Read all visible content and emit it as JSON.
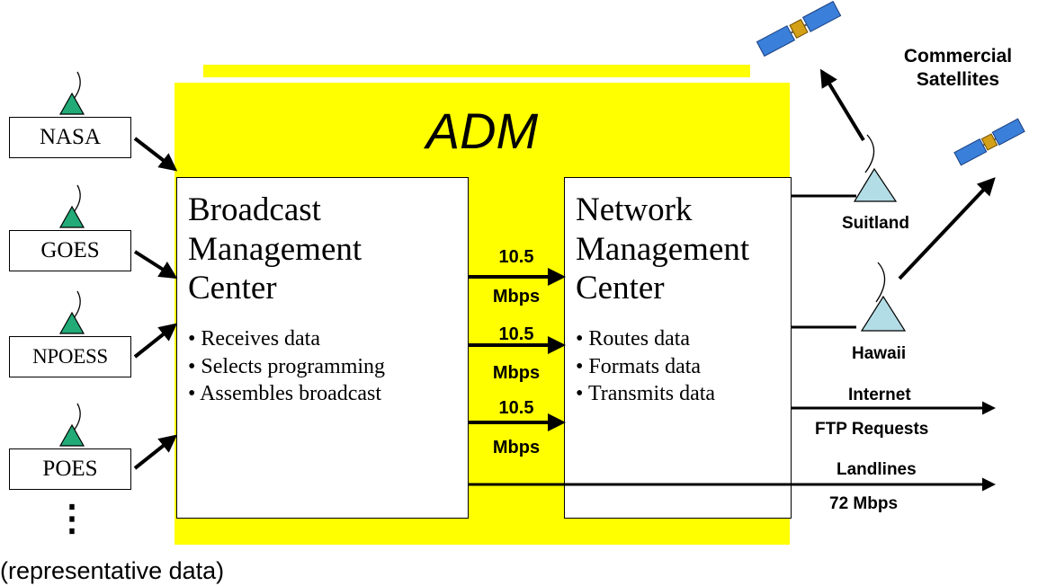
{
  "diagram": {
    "title": "ADM",
    "footnote": "(representative data)",
    "sources": [
      {
        "label": "NASA"
      },
      {
        "label": "GOES"
      },
      {
        "label": "NPOESS"
      },
      {
        "label": "POES"
      }
    ],
    "ellipsis": "⋮",
    "broadcast_center": {
      "title_line1": "Broadcast",
      "title_line2": "Management",
      "title_line3": "Center",
      "bullets": [
        "Receives data",
        "Selects programming",
        "Assembles broadcast"
      ]
    },
    "network_center": {
      "title_line1": "Network",
      "title_line2": "Management",
      "title_line3": "Center",
      "bullets": [
        "Routes data",
        "Formats data",
        "Transmits data"
      ]
    },
    "links": [
      {
        "rate": "10.5",
        "unit": "Mbps"
      },
      {
        "rate": "10.5",
        "unit": "Mbps"
      },
      {
        "rate": "10.5",
        "unit": "Mbps"
      }
    ],
    "ground_stations": [
      {
        "label": "Suitland"
      },
      {
        "label": "Hawaii"
      }
    ],
    "satellites_label_line1": "Commercial",
    "satellites_label_line2": "Satellites",
    "outputs": {
      "internet_line1": "Internet",
      "internet_line2": "FTP Requests",
      "landlines_line1": "Landlines",
      "landlines_line2": "72 Mbps"
    },
    "colors": {
      "adm_background": "#ffff00",
      "source_antenna": "#22aa77",
      "station_antenna": "#b3dde6",
      "satellite_panel": "#3a7fd9"
    }
  }
}
